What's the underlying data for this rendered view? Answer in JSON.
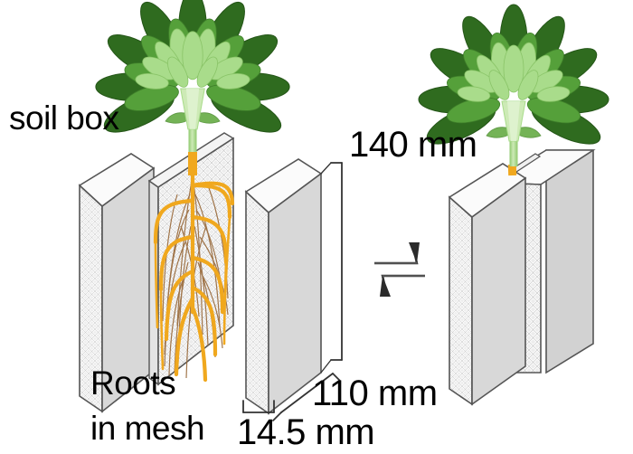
{
  "figure": {
    "type": "diagram",
    "subject": "rhizobox soil box assembly with plant root mesh",
    "background_color": "#ffffff"
  },
  "labels": {
    "soil_box": "soil box",
    "roots_line1": "Roots",
    "roots_line2": "in mesh",
    "dim_height": "140 mm",
    "dim_width": "110 mm",
    "dim_thickness": "14.5 mm"
  },
  "dimensions": {
    "height_mm": 140,
    "width_mm": 110,
    "thickness_mm": 14.5,
    "unit": "mm"
  },
  "components": [
    {
      "id": "soil-box-left",
      "name": "soil box (left half)",
      "order": 1,
      "has_plant": false,
      "has_roots": false
    },
    {
      "id": "root-mesh-panel",
      "name": "root mesh panel with plant",
      "order": 2,
      "has_plant": true,
      "has_roots": true
    },
    {
      "id": "soil-box-right",
      "name": "soil box (right half)",
      "order": 3,
      "has_plant": false,
      "has_roots": false
    },
    {
      "id": "assembled-rhizobox",
      "name": "assembled soil box sandwich",
      "order": 4,
      "has_plant": true,
      "has_roots": false
    }
  ],
  "icons": {
    "assembly_arrows": "double-bent-arrow-icon",
    "plant": "rosette-plant-icon",
    "mesh": "cross-hatch-mesh-pattern"
  },
  "colors": {
    "leaf_dark": "#2f6b1f",
    "leaf_light": "#a9dc8b",
    "stem": "#a8d88c",
    "root_main": "#f0a81e",
    "root_fine": "#9a6b3c",
    "box_face": "#d8d8d8",
    "box_top": "#f2f2f2",
    "box_mesh": "#e8e8e8",
    "outline": "#555555",
    "text": "#000000"
  }
}
